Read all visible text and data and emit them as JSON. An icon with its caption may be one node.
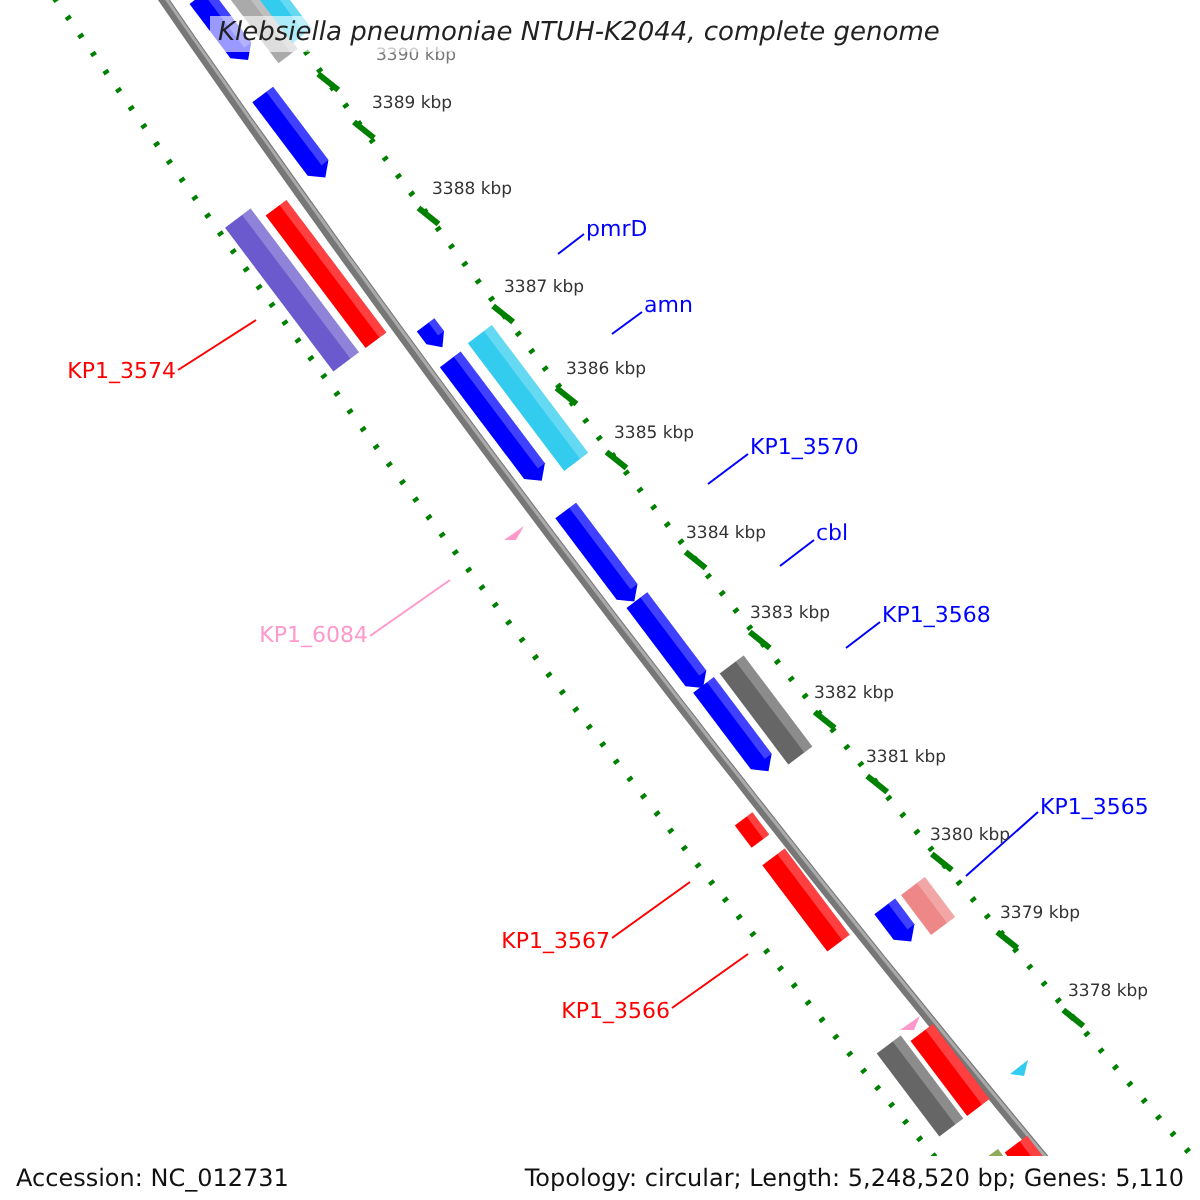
{
  "diagram": {
    "title": "Klebsiella pneumoniae NTUH-K2044, complete genome",
    "nodes": [
      {
        "text": [
          "pmrD"
        ]
      },
      {
        "text": [
          "KP1_3574"
        ]
      },
      {
        "text": [
          "amn"
        ]
      },
      {
        "text": [
          "KP1_3570"
        ]
      },
      {
        "text": [
          "cbl"
        ]
      },
      {
        "text": [
          "KP1_3568"
        ]
      },
      {
        "text": [
          "KP1_6084"
        ]
      },
      {
        "text": [
          "KP1_3565"
        ]
      },
      {
        "text": [
          "KP1_3567"
        ]
      },
      {
        "text": [
          "KP1_3566"
        ]
      }
    ],
    "edges": [
      {
        "from": 0,
        "to": null,
        "arrow": "none"
      },
      {
        "from": 1,
        "to": null,
        "arrow": "none",
        "color": "#ff0000"
      },
      {
        "from": 2,
        "to": null,
        "arrow": "none"
      },
      {
        "from": 3,
        "to": null,
        "arrow": "none"
      },
      {
        "from": 4,
        "to": null,
        "arrow": "none"
      },
      {
        "from": 5,
        "to": null,
        "arrow": "none"
      },
      {
        "from": 6,
        "to": null,
        "arrow": "none",
        "color": "#ff99cc"
      },
      {
        "from": 7,
        "to": null,
        "arrow": "none"
      },
      {
        "from": 8,
        "to": null,
        "arrow": "none",
        "color": "#ff0000"
      },
      {
        "from": 9,
        "to": null,
        "arrow": "none",
        "color": "#ff0000"
      }
    ],
    "labels": [
      "3390 kbp",
      "3389 kbp",
      "3388 kbp",
      "3387 kbp",
      "3386 kbp",
      "3385 kbp",
      "3384 kbp",
      "3383 kbp",
      "3382 kbp",
      "3381 kbp",
      "3380 kbp",
      "3379 kbp",
      "3378 kbp",
      "Accession: NC_012731",
      "Topology: circular; Length: 5,248,520 bp; Genes: 5,110"
    ]
  }
}
